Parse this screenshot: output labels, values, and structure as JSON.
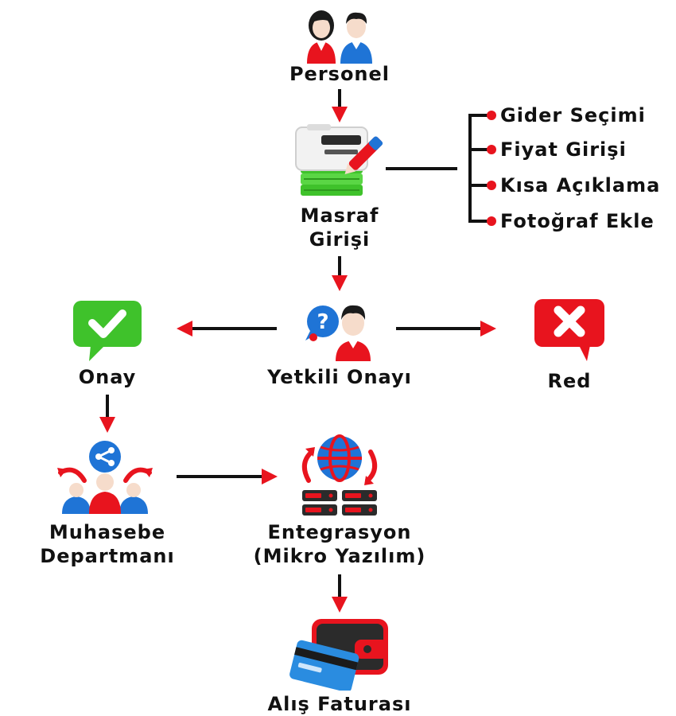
{
  "nodes": {
    "personel": "Personel",
    "masraf_line1": "Masraf",
    "masraf_line2": "Girişi",
    "yetkili": "Yetkili Onayı",
    "onay": "Onay",
    "red": "Red",
    "muhasebe_line1": "Muhasebe",
    "muhasebe_line2": "Departmanı",
    "entegrasyon_line1": "Entegrasyon",
    "entegrasyon_line2": "(Mikro Yazılım)",
    "alis": "Alış Faturası"
  },
  "branch_items": [
    "Gider Seçimi",
    "Fiyat Girişi",
    "Kısa Açıklama",
    "Fotoğraf Ekle"
  ],
  "icons": {
    "personel": "people-icon",
    "masraf": "expense-entry-icon",
    "yetkili": "authorized-person-icon",
    "onay": "approve-check-icon",
    "red": "reject-x-icon",
    "muhasebe": "share-team-icon",
    "entegrasyon": "server-globe-icon",
    "alis": "wallet-card-icon"
  },
  "colors": {
    "accent_red": "#e8141e",
    "approve_green": "#3fc22b",
    "blue": "#1f74d6",
    "line": "#111111"
  }
}
